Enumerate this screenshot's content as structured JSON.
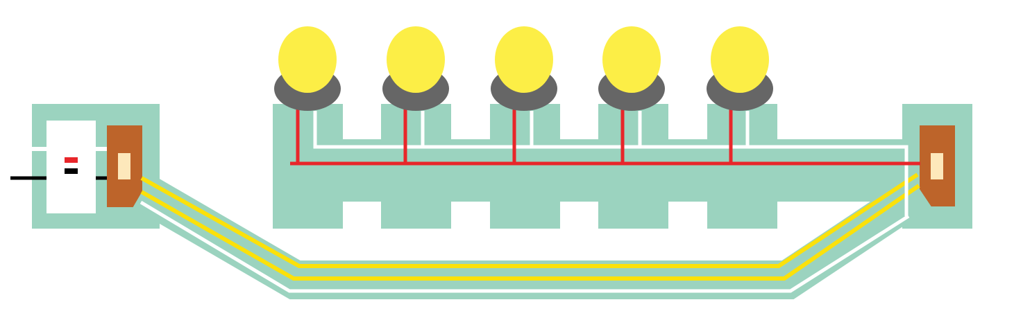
{
  "diagram": {
    "kind": "led-strip-wiring-illustration",
    "bulb_count": 5,
    "connector_count": 2,
    "colors": {
      "background": "#ffffff",
      "board": "#9bd3bf",
      "battery_body": "#ffffff",
      "connector_body": "#bd642a",
      "connector_pin": "#fde8bb",
      "bulb_glass": "#fcee46",
      "bulb_base": "#666666",
      "power_wire": "#e8262a",
      "return_wire": "#ffffff",
      "ribbon_yellow": "#fbe10a",
      "ribbon_white": "#ffffff",
      "lead_black": "#000000",
      "terminal_red": "#e8262a",
      "terminal_black": "#000000"
    },
    "icons": {
      "battery": "battery-icon",
      "bulb": "light-bulb-icon",
      "connector": "connector-icon"
    }
  }
}
